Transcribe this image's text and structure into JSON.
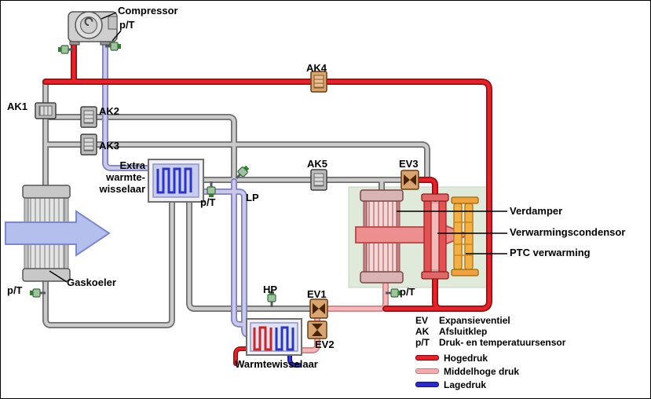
{
  "diagram": {
    "components": {
      "compressor": "Compressor",
      "extra_heat_exchanger": [
        "Extra",
        "warmte-",
        "wisselaar"
      ],
      "gas_cooler": "Gaskoeler",
      "heat_exchanger": "Warmtewisselaar",
      "evaporator": "Verdamper",
      "heating_condenser": "Verwarmingscondensor",
      "ptc_heater": "PTC verwarming"
    },
    "valves": {
      "ak1": "AK1",
      "ak2": "AK2",
      "ak3": "AK3",
      "ak4": "AK4",
      "ak5": "AK5",
      "ev1": "EV1",
      "ev2": "EV2",
      "ev3": "EV3"
    },
    "sensors": {
      "pt": "p/T",
      "lp": "LP",
      "hp": "HP"
    },
    "legend": {
      "rows": [
        {
          "abbr": "EV",
          "label": "Expansieventiel"
        },
        {
          "abbr": "AK",
          "label": "Afsluitklep"
        },
        {
          "abbr": "p/T",
          "label": "Druk- en temperatuursensor"
        }
      ],
      "pressure_lines": [
        {
          "label": "Hogedruk",
          "color": "#e8222a"
        },
        {
          "label": "Middelhoge druk",
          "color": "#f6aaac"
        },
        {
          "label": "Lagedruk",
          "color": "#2a2acc"
        }
      ]
    },
    "colors": {
      "high_pressure": "#e8222a",
      "medium_pressure": "#f6aaac",
      "low_pressure_pipe": "#c9c9ec",
      "pipe_gray": "#cbcbcb",
      "panel_green": "#dfeadb"
    }
  }
}
